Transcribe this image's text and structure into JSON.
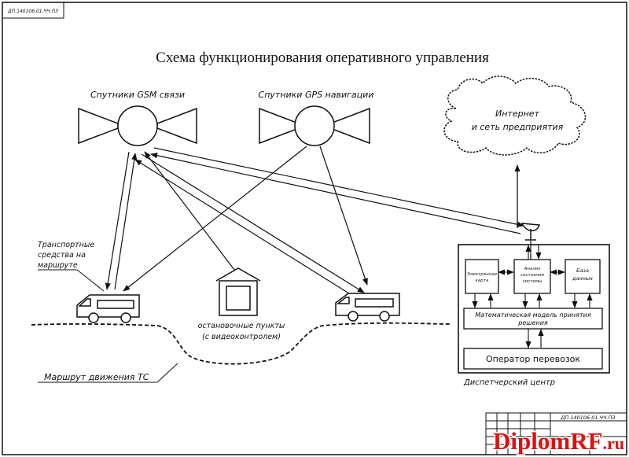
{
  "stamp_code": "ДП.140106.01.ЧЧ.ПЗ",
  "title": "Схема функционирования оперативного управления",
  "satellites": {
    "gsm_label": "Спутники GSM связи",
    "gps_label": "Спутники GPS навигации"
  },
  "cloud_label": {
    "line1": "Интернет",
    "line2": "и сеть предприятия"
  },
  "vehicles_label": {
    "line1": "Транспортные",
    "line2": "средства на",
    "line3": "маршруте"
  },
  "stops_label": {
    "line1": "остановочные пункты",
    "line2": "(с видеоконтролем)"
  },
  "route_label": "Маршрут движения ТС",
  "dispatch": {
    "box_left": {
      "line1": "Электронная",
      "line2": "карта"
    },
    "box_center": {
      "line1": "Анализ",
      "line2": "состояния",
      "line3": "системы"
    },
    "box_right": {
      "line1": "База",
      "line2": "данных"
    },
    "model": {
      "line1": "Математическая модель принятия",
      "line2": "решения"
    },
    "operator": "Оператор перевозок",
    "caption": "Диспетчерский центр"
  },
  "title_block_code": "ДП.140106.01.ЧЧ.ПЗ",
  "watermark": {
    "part1": "Diplom",
    "part2": "RF",
    "part3": ".ru"
  },
  "colors": {
    "line": "#111111",
    "watermark_red": "#e01010",
    "watermark_outline": "#ffffff"
  }
}
